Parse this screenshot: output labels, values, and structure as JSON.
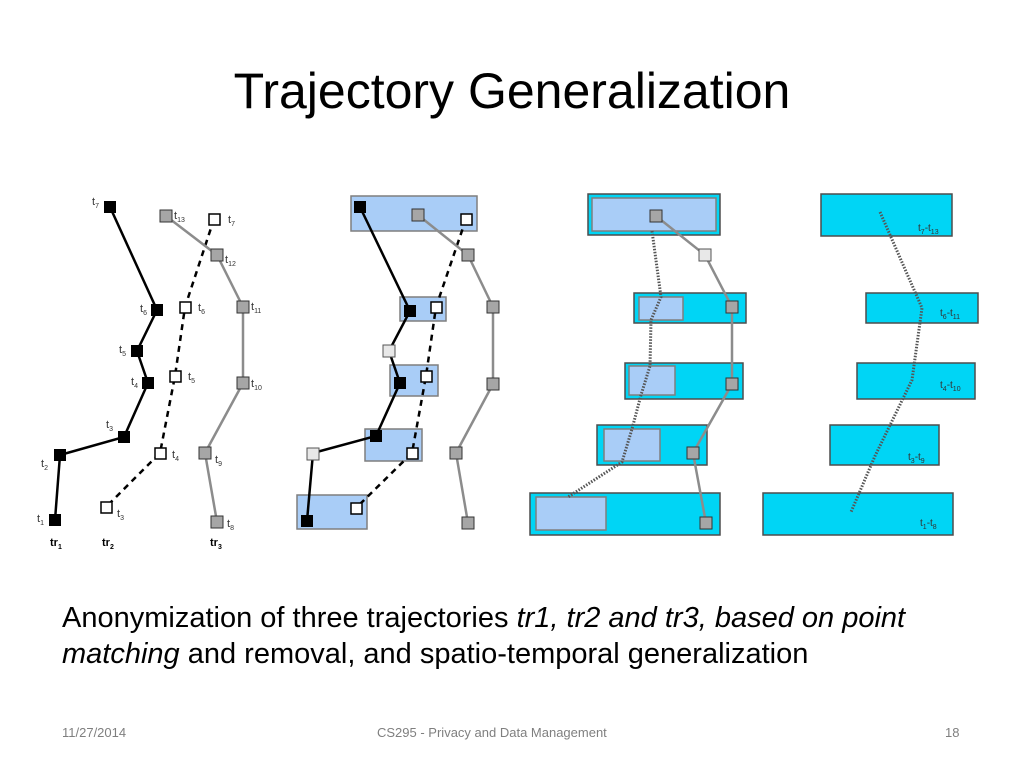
{
  "title": "Trajectory Generalization",
  "caption": {
    "part1": "Anonymization of three trajectories ",
    "part2_italic": "tr1, tr2 and tr3, based on point matching",
    "part3": " and removal, and spatio-temporal generalization"
  },
  "footer": {
    "date": "11/27/2014",
    "course": "CS295 - Privacy and Data Management",
    "page": "18"
  },
  "trajectories": [
    {
      "label": "tr",
      "sub": "1"
    },
    {
      "label": "tr",
      "sub": "2"
    },
    {
      "label": "tr",
      "sub": "3"
    }
  ],
  "point_labels": {
    "tr1": [
      {
        "t": "t",
        "sub": "7"
      },
      {
        "t": "t",
        "sub": "6"
      },
      {
        "t": "t",
        "sub": "5"
      },
      {
        "t": "t",
        "sub": "4"
      },
      {
        "t": "t",
        "sub": "3"
      },
      {
        "t": "t",
        "sub": "2"
      },
      {
        "t": "t",
        "sub": "1"
      }
    ],
    "tr2": [
      {
        "t": "t",
        "sub": "7"
      },
      {
        "t": "t",
        "sub": "6"
      },
      {
        "t": "t",
        "sub": "5"
      },
      {
        "t": "t",
        "sub": "4"
      },
      {
        "t": "t",
        "sub": "3"
      }
    ],
    "tr3": [
      {
        "t": "t",
        "sub": "13"
      },
      {
        "t": "t",
        "sub": "12"
      },
      {
        "t": "t",
        "sub": "11"
      },
      {
        "t": "t",
        "sub": "10"
      },
      {
        "t": "t",
        "sub": "9"
      },
      {
        "t": "t",
        "sub": "8"
      }
    ]
  },
  "box_labels": [
    {
      "a": "7",
      "b": "13"
    },
    {
      "a": "6",
      "b": "11"
    },
    {
      "a": "4",
      "b": "10"
    },
    {
      "a": "3",
      "b": "9"
    },
    {
      "a": "1",
      "b": "8"
    }
  ],
  "colors": {
    "light_blue": "#a9cdf7",
    "cyan": "#00d5f5",
    "point_black": "#000000",
    "point_gray": "#a6a6a6",
    "point_white": "#ffffff"
  }
}
